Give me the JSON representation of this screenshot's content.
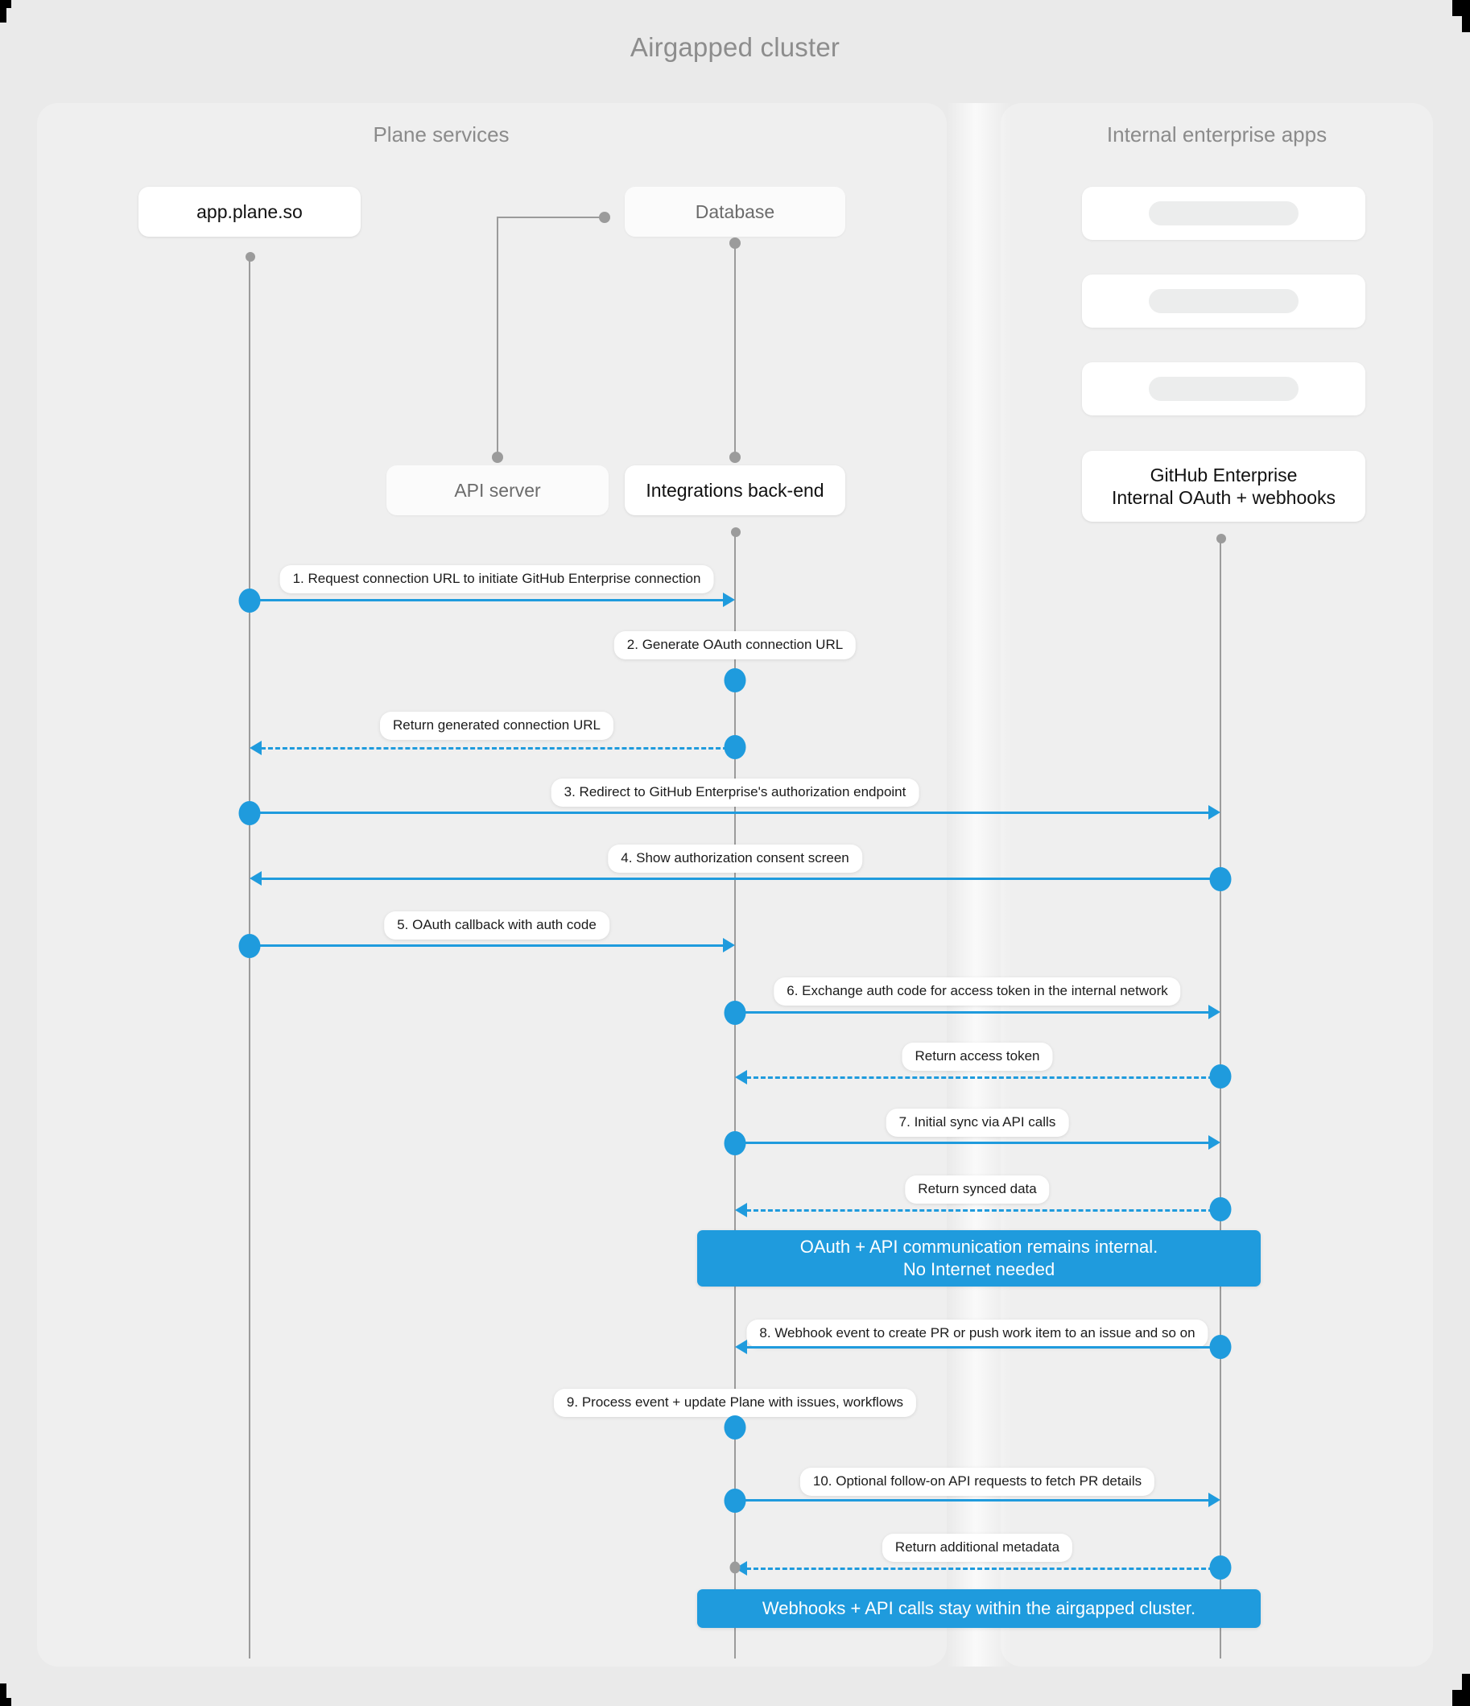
{
  "board": {
    "title": "Airgapped cluster",
    "accent_color": "#1f9bdd",
    "panel_bg": "#efefef",
    "canvas_bg": "#eaeaea"
  },
  "panels": [
    {
      "id": "plane",
      "title": "Plane services"
    },
    {
      "id": "apps",
      "title": "Internal enterprise apps"
    }
  ],
  "nodes": {
    "app": "app.plane.so",
    "database": "Database",
    "api_server": "API server",
    "integrations": "Integrations back-end",
    "github_enterprise_line1": "GitHub Enterprise",
    "github_enterprise_line2": "Internal OAuth + webhooks"
  },
  "messages": [
    {
      "n": 1,
      "label": "1. Request connection URL to initiate GitHub Enterprise connection",
      "from": "app",
      "to": "integrations",
      "style": "solid"
    },
    {
      "n": 2,
      "label": "2. Generate OAuth connection URL",
      "from": "integrations",
      "to": "integrations",
      "style": "self"
    },
    {
      "n": 3,
      "label": "Return generated connection URL",
      "from": "integrations",
      "to": "app",
      "style": "dashed"
    },
    {
      "n": 4,
      "label": "3. Redirect to GitHub Enterprise's authorization endpoint",
      "from": "app",
      "to": "github",
      "style": "solid"
    },
    {
      "n": 5,
      "label": "4. Show authorization consent screen",
      "from": "github",
      "to": "app",
      "style": "solid"
    },
    {
      "n": 6,
      "label": "5. OAuth callback with auth code",
      "from": "app",
      "to": "integrations",
      "style": "solid"
    },
    {
      "n": 7,
      "label": "6. Exchange auth code for access token in the internal network",
      "from": "integrations",
      "to": "github",
      "style": "solid"
    },
    {
      "n": 8,
      "label": "Return access token",
      "from": "github",
      "to": "integrations",
      "style": "dashed"
    },
    {
      "n": 9,
      "label": "7. Initial sync via API calls",
      "from": "integrations",
      "to": "github",
      "style": "solid"
    },
    {
      "n": 10,
      "label": "Return synced data",
      "from": "github",
      "to": "integrations",
      "style": "dashed"
    },
    {
      "n": 11,
      "label": "8. Webhook event to create PR  or push work item to an issue  and so on",
      "from": "github",
      "to": "integrations",
      "style": "solid"
    },
    {
      "n": 12,
      "label": "9. Process event + update Plane with issues, workflows",
      "from": "integrations",
      "to": "integrations",
      "style": "self"
    },
    {
      "n": 13,
      "label": "10. Optional follow-on API requests to fetch PR details",
      "from": "integrations",
      "to": "github",
      "style": "solid"
    },
    {
      "n": 14,
      "label": "Return additional metadata",
      "from": "github",
      "to": "integrations",
      "style": "dashed"
    }
  ],
  "notes": [
    {
      "id": "note-internal",
      "line1": "OAuth + API communication remains internal.",
      "line2": "No Internet needed"
    },
    {
      "id": "note-airgap",
      "line1": "Webhooks + API calls stay within the airgapped cluster.",
      "line2": ""
    }
  ]
}
